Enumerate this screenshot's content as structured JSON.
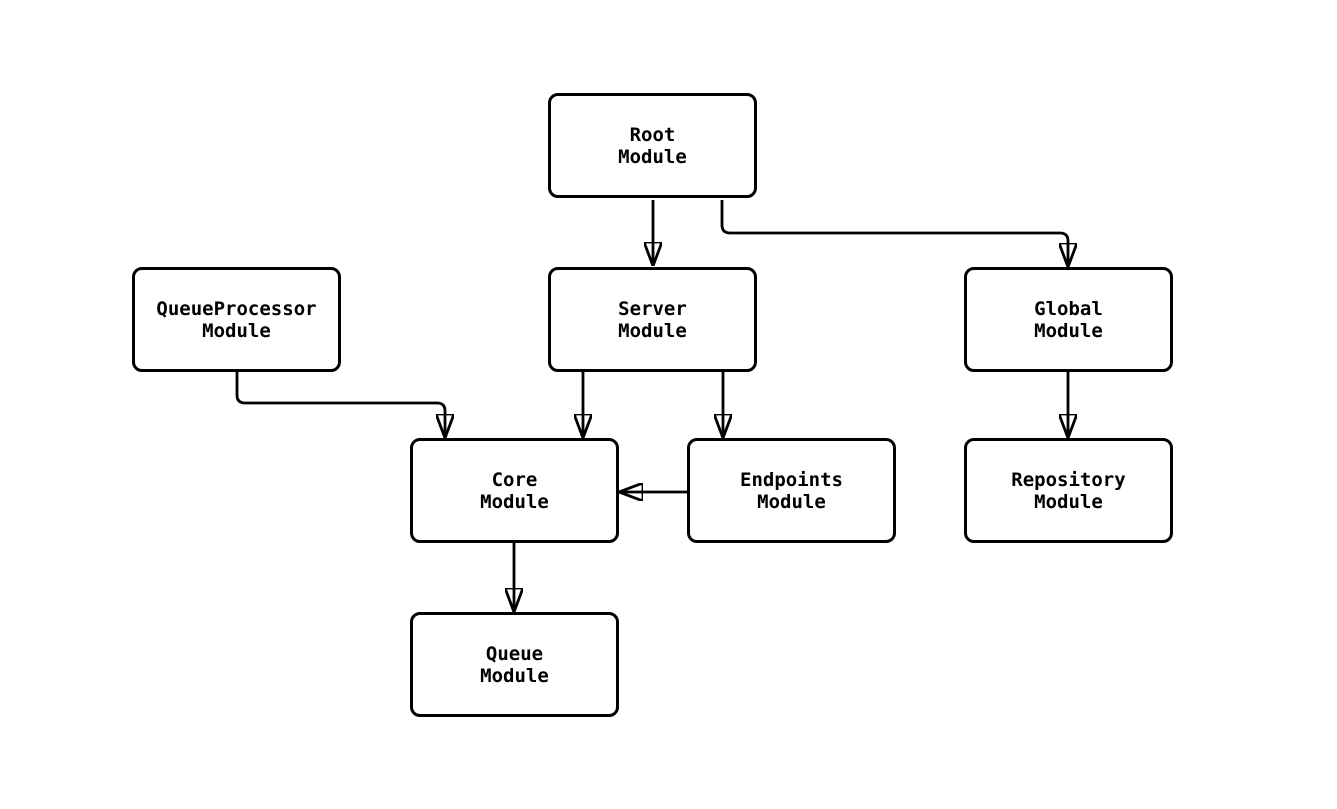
{
  "diagram": {
    "type": "flowchart",
    "background_color": "#ffffff",
    "node_fill_color": "#ffffff",
    "line_color": "#000000",
    "text_color": "#000000",
    "nodes": {
      "root": {
        "label": "Root\nModule"
      },
      "queue_processor": {
        "label": "QueueProcessor\nModule"
      },
      "server": {
        "label": "Server\nModule"
      },
      "global": {
        "label": "Global\nModule"
      },
      "core": {
        "label": "Core\nModule"
      },
      "endpoints": {
        "label": "Endpoints\nModule"
      },
      "repository": {
        "label": "Repository\nModule"
      },
      "queue": {
        "label": "Queue\nModule"
      }
    },
    "edges": [
      {
        "from": "root",
        "to": "server"
      },
      {
        "from": "root",
        "to": "global"
      },
      {
        "from": "queue_processor",
        "to": "core"
      },
      {
        "from": "server",
        "to": "core"
      },
      {
        "from": "server",
        "to": "endpoints"
      },
      {
        "from": "endpoints",
        "to": "core"
      },
      {
        "from": "global",
        "to": "repository"
      },
      {
        "from": "core",
        "to": "queue"
      }
    ]
  }
}
